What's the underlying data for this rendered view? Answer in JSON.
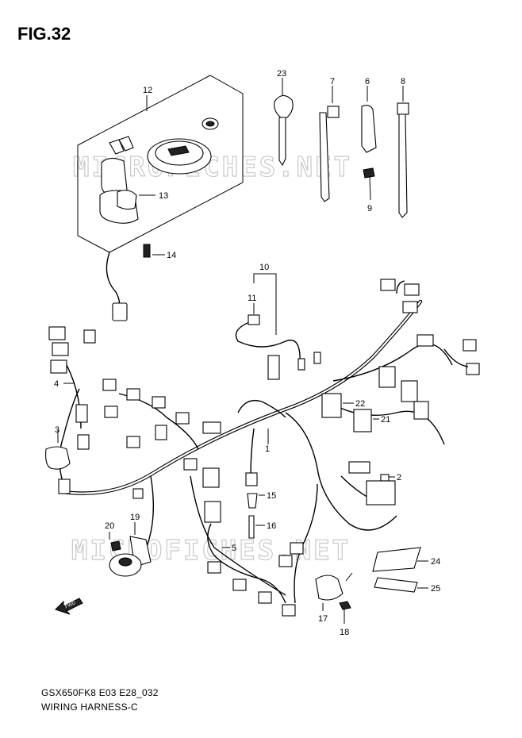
{
  "figure": {
    "title": "FIG.32",
    "footer_code": "GSX650FK8 E03 E28_032",
    "footer_name": "WIRING HARNESS-C"
  },
  "watermark": {
    "text": "MICROFICHES.NET"
  },
  "callouts": {
    "p1": "1",
    "p2": "2",
    "p3": "3",
    "p4": "4",
    "p5": "5",
    "p6": "6",
    "p7": "7",
    "p8": "8",
    "p9": "9",
    "p10": "10",
    "p11": "11",
    "p12": "12",
    "p13": "13",
    "p14": "14",
    "p15": "15",
    "p16": "16",
    "p17": "17",
    "p18": "18",
    "p19": "19",
    "p20": "20",
    "p21": "21",
    "p22": "22",
    "p23": "23",
    "p24": "24",
    "p25": "25"
  },
  "fwd_marker": {
    "text": "FWD",
    "icon": "fwd-arrow-icon"
  }
}
